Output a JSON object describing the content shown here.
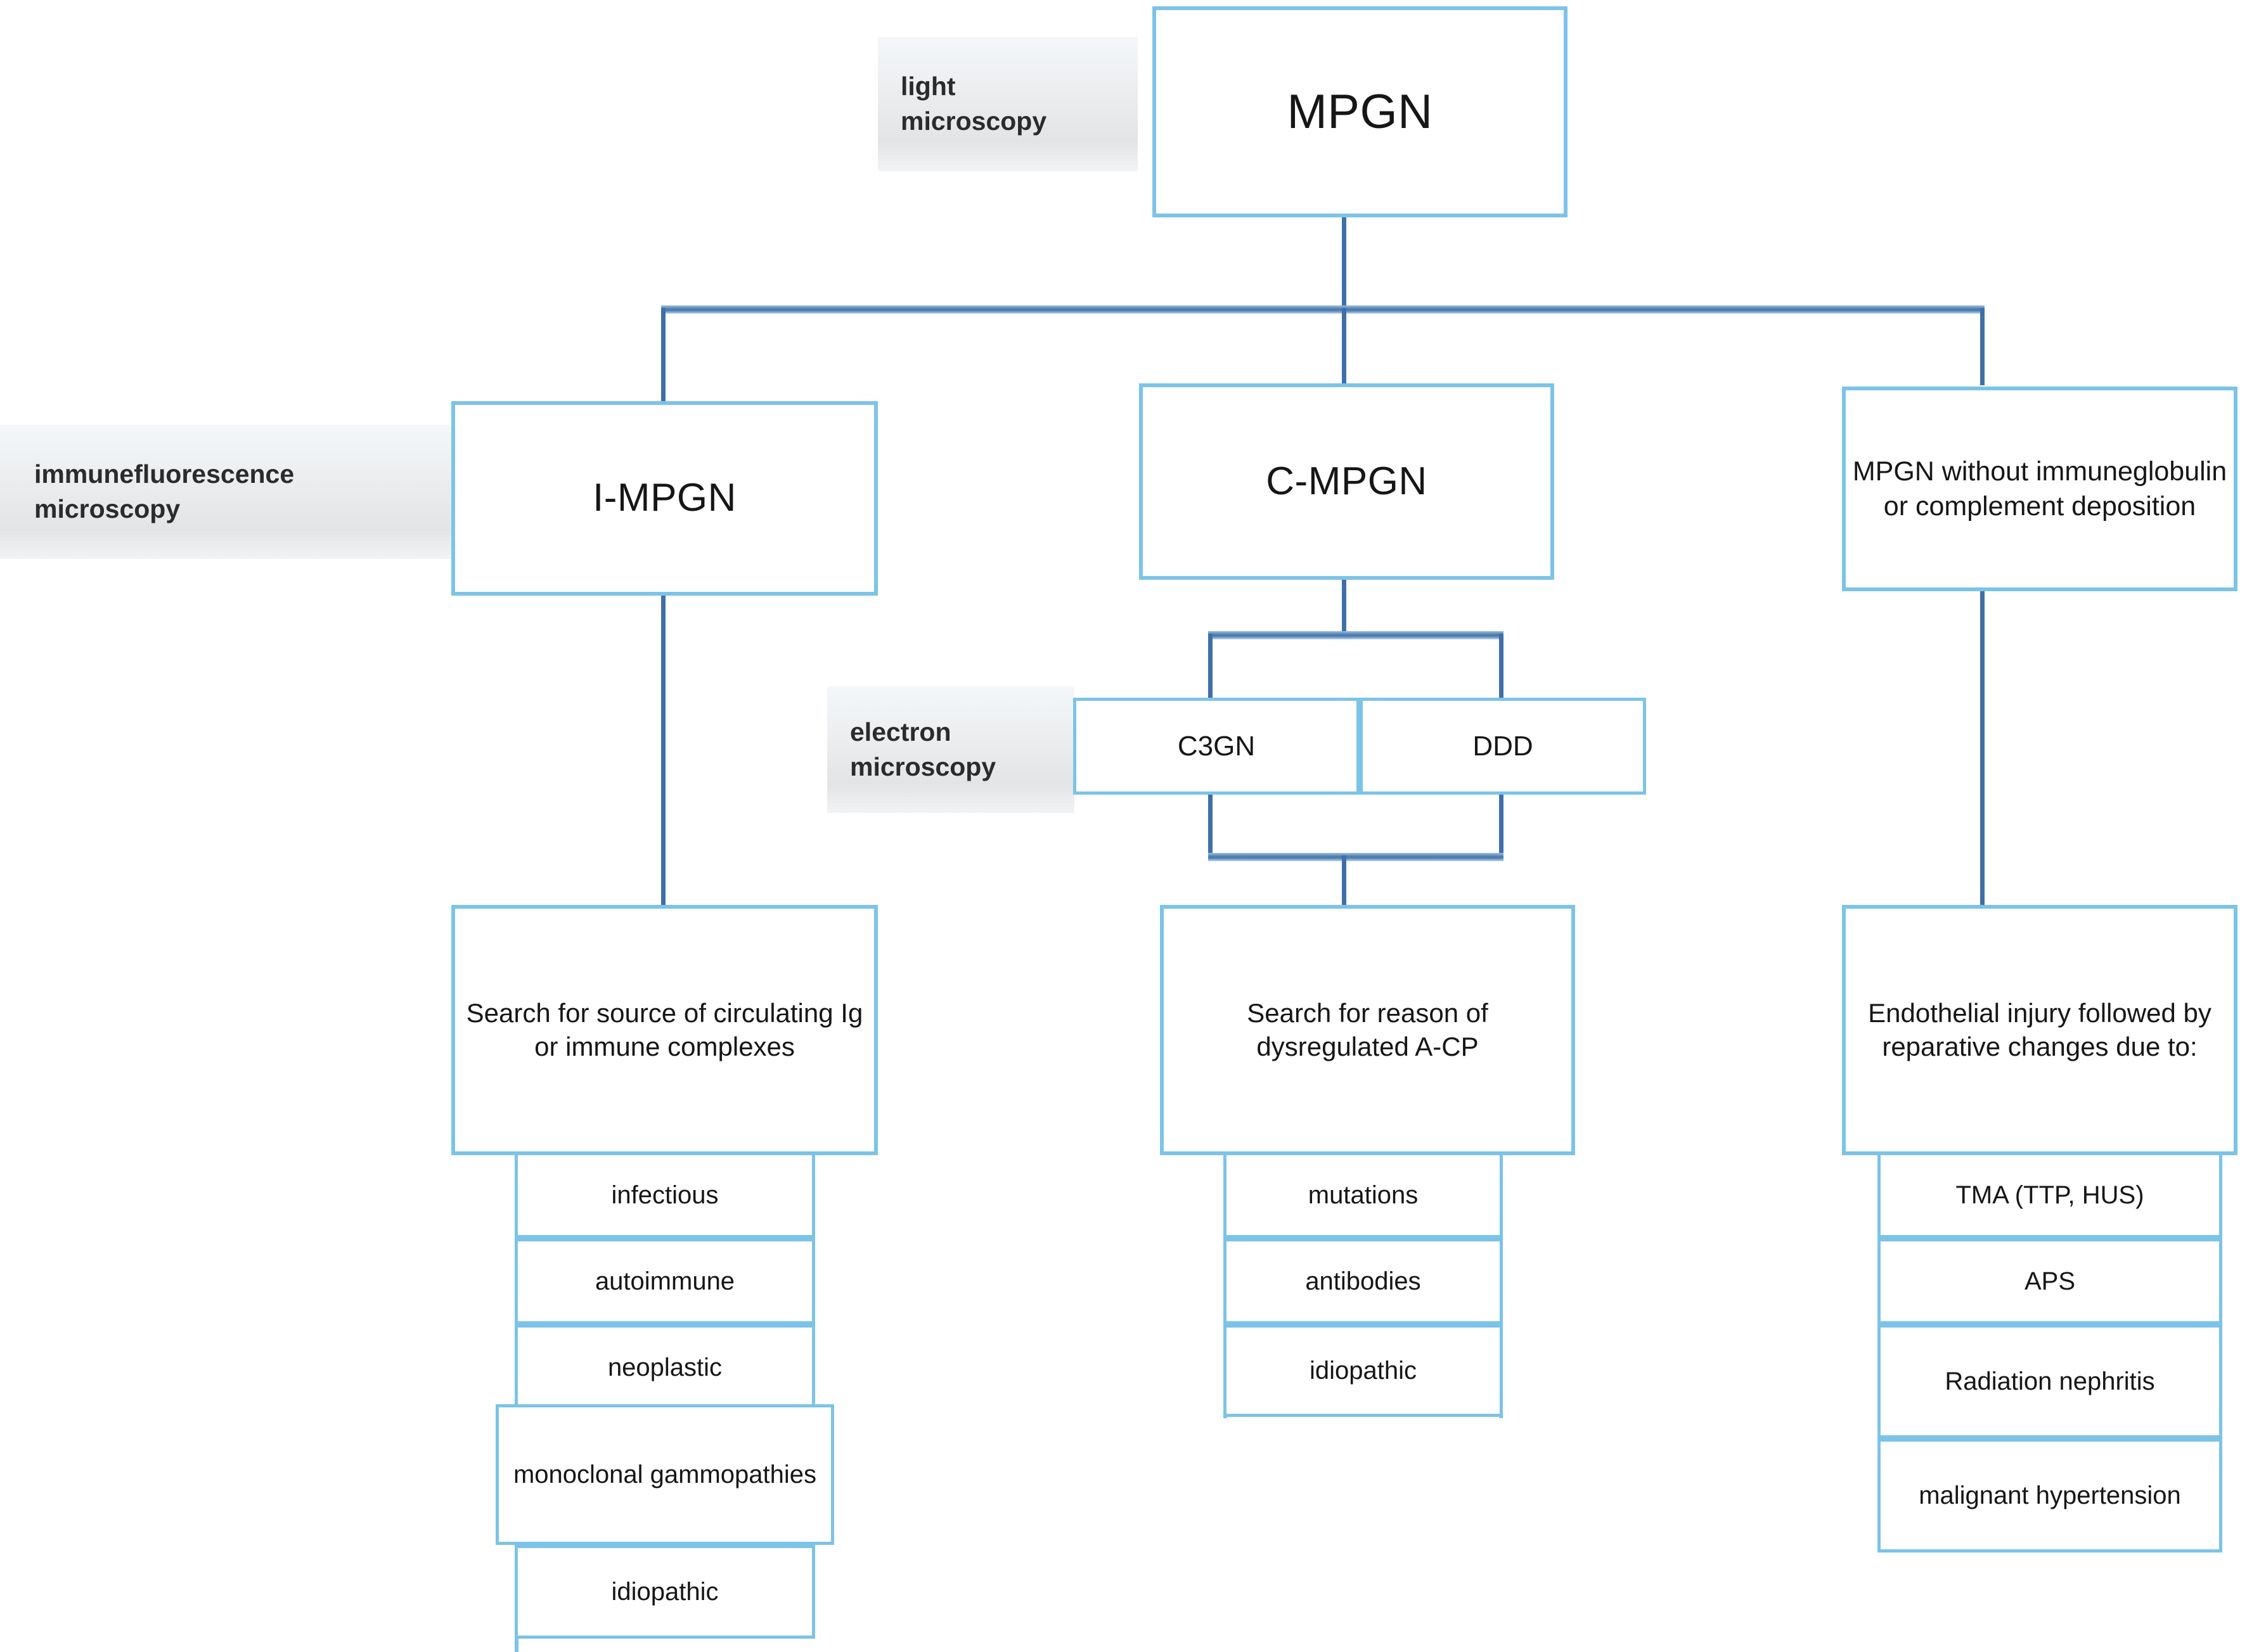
{
  "diagram": {
    "title": "MPGN classification flowchart",
    "colors": {
      "box_border": "#7cc3e8",
      "connector": "#3f6fa8",
      "bus_bar": "#4a7bb0",
      "tag_background": "#e9ebed",
      "text": "#161616",
      "canvas": "#ffffff"
    }
  },
  "tags": {
    "light_microscopy": "light\nmicroscopy",
    "light_microscopy_line1": "light",
    "light_microscopy_line2": "microscopy",
    "immunofluorescence_line1": "immunefluorescence",
    "immunofluorescence_line2": "microscopy",
    "electron_line1": "electron",
    "electron_line2": "microscopy"
  },
  "nodes": {
    "root": {
      "label": "MPGN"
    },
    "branch_left": {
      "label": "I-MPGN"
    },
    "branch_center": {
      "label": "C-MPGN"
    },
    "branch_right": {
      "label": "MPGN without immuneglobulin or complement deposition"
    },
    "em_c3gn": {
      "label": "C3GN"
    },
    "em_ddd": {
      "label": "DDD"
    },
    "detail_left": {
      "label": "Search for source of circulating Ig or immune complexes"
    },
    "detail_center": {
      "label": "Search for reason of dysregulated A-CP"
    },
    "detail_right": {
      "label": "Endothelial injury followed by reparative changes due to:"
    }
  },
  "leaves": {
    "left_column": [
      {
        "label": "infectious"
      },
      {
        "label": "autoimmune"
      },
      {
        "label": "neoplastic"
      },
      {
        "label": "monoclonal gammopathies"
      },
      {
        "label": "idiopathic"
      }
    ],
    "center_column": [
      {
        "label": "mutations"
      },
      {
        "label": "antibodies"
      },
      {
        "label": "idiopathic"
      }
    ],
    "right_column": [
      {
        "label": "TMA (TTP, HUS)"
      },
      {
        "label": "APS"
      },
      {
        "label": "Radiation nephritis"
      },
      {
        "label": "malignant hypertension"
      }
    ]
  }
}
